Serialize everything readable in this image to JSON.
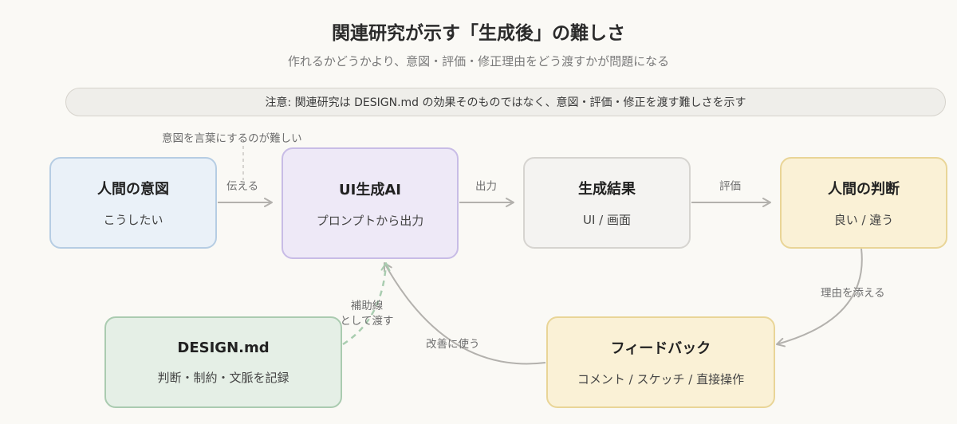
{
  "title": "関連研究が示す「生成後」の難しさ",
  "subtitle": "作れるかどうかより、意図・評価・修正理由をどう渡すかが問題になる",
  "note": "注意: 関連研究は DESIGN.md の効果そのものではなく、意図・評価・修正を渡す難しさを示す",
  "nodes": {
    "intent": {
      "title": "人間の意図",
      "sub": "こうしたい"
    },
    "ai": {
      "title": "UI生成AI",
      "sub": "プロンプトから出力"
    },
    "result": {
      "title": "生成結果",
      "sub": "UI / 画面"
    },
    "judgment": {
      "title": "人間の判断",
      "sub": "良い / 違う"
    },
    "feedback": {
      "title": "フィードバック",
      "sub": "コメント / スケッチ / 直接操作"
    },
    "design": {
      "title": "DESIGN.md",
      "sub": "判断・制約・文脈を記録"
    }
  },
  "edges": {
    "intent_difficulty": "意図を言葉にするのが難しい",
    "convey": "伝える",
    "output": "出力",
    "evaluate": "評価",
    "add_reason": "理由を添える",
    "use_improve": "改善に使う",
    "aux_line": "補助線",
    "pass_as": "として渡す"
  },
  "colors": {
    "arrow": "#b3b1ad",
    "dashed": "#a9cdb0",
    "intent_bg": "#eaf1f8",
    "ai_bg": "#eee9f7",
    "result_bg": "#f4f3f1",
    "judgment_bg": "#faf1d6",
    "design_bg": "#e5efe6"
  }
}
